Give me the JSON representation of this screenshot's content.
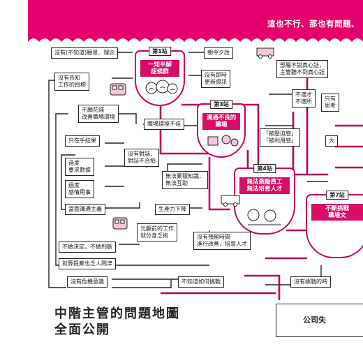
{
  "banner": {
    "text": "這也不行、那也有問題、"
  },
  "headline": {
    "line1": "中階主管的問題地圖",
    "line2": "全面公開"
  },
  "stations": [
    {
      "tag": "第1站",
      "title": "一知半解\n症候群"
    },
    {
      "tag": "第3站",
      "title": "溝通不良的\n職場"
    },
    {
      "tag": "第4站",
      "title": "無法激勵員工\n無法培育人才"
    },
    {
      "tag": "第7站",
      "title": "不斷挑戰\n職場文"
    }
  ],
  "boxes": {
    "no_vision": "沒有(不知道)願景．理念",
    "no_goal": "沒有告知\n工作的目標",
    "short_term": "朝令夕改",
    "no_update": "沒有即時\n更新資訊",
    "no_improve": "不願花錢\n改善職場環境",
    "bad_env": "職場環境不佳",
    "only_result": "只在乎結果",
    "no_dialogue": "沒有對話．\n對話不合拍",
    "overdemand": "過度\n要求數據",
    "emotion": "過度\n感情用事",
    "top_down": "當面溝通主義",
    "no_trust": "無法累積知識．\n無法互助",
    "productivity": "生產力下降",
    "busy": "光顧前的工作\n就分身乏術",
    "no_decide": "不做決定，不做判斷",
    "no_time": "沒有預留時間\n進行改善，培育人才",
    "proposal": "就算提案也乏人問津",
    "no_crisis": "沒有危機意識",
    "no_challenge": "不知道如何挑戰",
    "no_challenge_time": "沒有挑戰的時",
    "honest": "部屬不說真心話，\n主管聽不到真心話",
    "unfit": "不適才\n不適所",
    "forced": "「被壓迫感」\n「被利用感」",
    "only_have": "只有\n思考",
    "big": "大"
  },
  "footer": {
    "text": "公司失"
  }
}
